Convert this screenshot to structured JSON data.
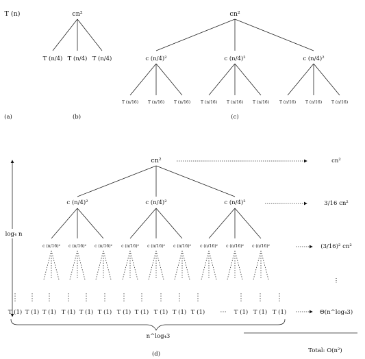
{
  "panel_labels": {
    "a": "(a)",
    "b": "(b)",
    "c": "(c)",
    "d": "(d)"
  },
  "panel_a": {
    "node": "T (n)"
  },
  "panel_b": {
    "root": "cn²",
    "child": "T (n/4)"
  },
  "panel_c": {
    "root": "cn²",
    "level1": "c (n/4)²",
    "level2": "T (n/16)"
  },
  "panel_d": {
    "root": "cn²",
    "level1": "c (n/4)²",
    "level2": "c (n/16)²",
    "leaf": "T (1)",
    "ellipsis": "⋯",
    "vdots": "⋮",
    "height_label": "log₄ n",
    "width_label": "n^log₄3",
    "level_costs": [
      "cn²",
      "3/16 cn²",
      "(3/16)² cn²",
      "⋮",
      "Θ(n^log₄3)"
    ],
    "total": "Total: O(n²)"
  }
}
